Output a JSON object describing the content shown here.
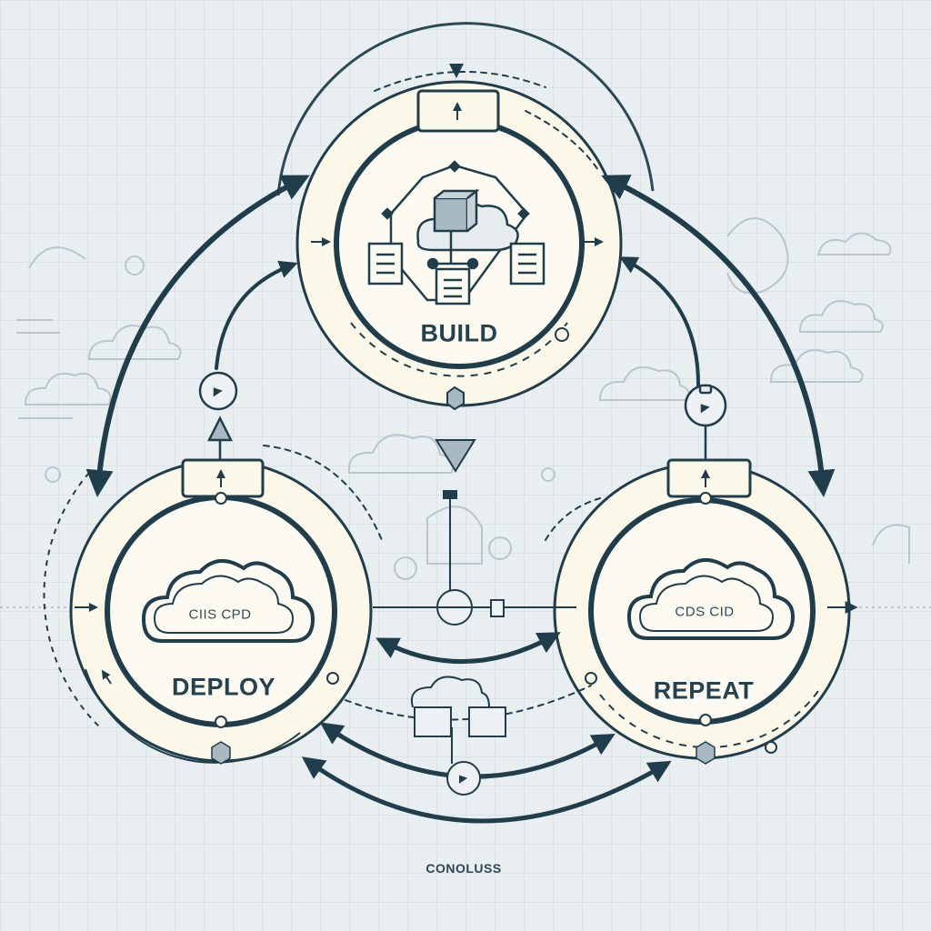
{
  "stages": {
    "build": {
      "title": "BUILD"
    },
    "deploy": {
      "title": "DEPLOY",
      "cloud_label": "CIIS CPD"
    },
    "repeat": {
      "title": "REPEAT",
      "cloud_label": "CDS CID"
    }
  },
  "footer": {
    "label": "CONOLUSS"
  },
  "colors": {
    "background": "#e9eef1",
    "grid": "#cdd7dc",
    "ink": "#1f3d4a",
    "node_fill": "#fbf8ea",
    "sketch": "#b9c6cd"
  }
}
